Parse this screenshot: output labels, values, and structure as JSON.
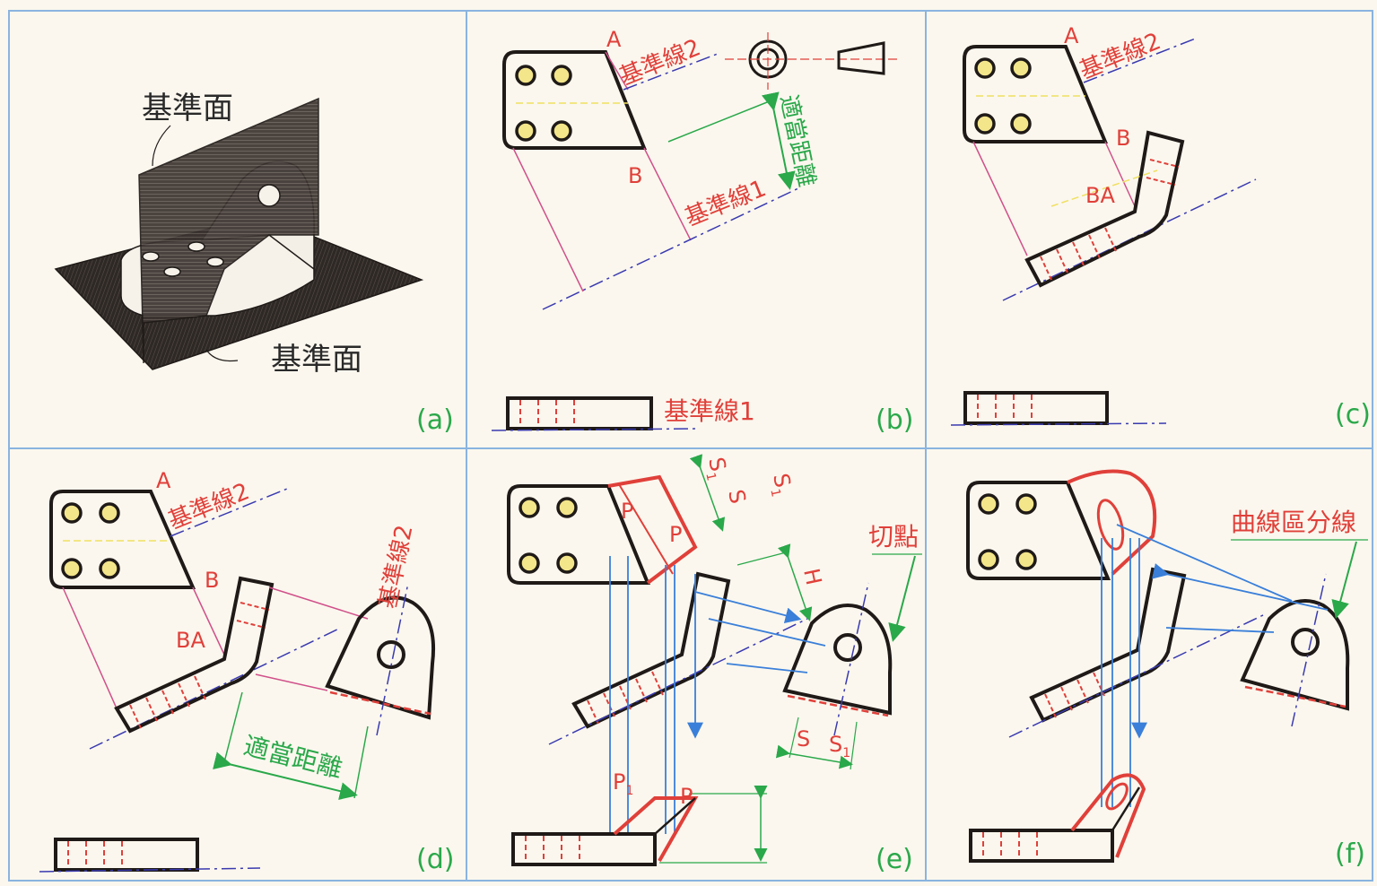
{
  "panels": [
    {
      "id": "a",
      "label": "(a)"
    },
    {
      "id": "b",
      "label": "(b)"
    },
    {
      "id": "c",
      "label": "(c)"
    },
    {
      "id": "d",
      "label": "(d)"
    },
    {
      "id": "e",
      "label": "(e)"
    },
    {
      "id": "f",
      "label": "(f)"
    }
  ],
  "labels": {
    "ref_plane": "基準面",
    "ref_line1": "基準線1",
    "ref_line2": "基準線2",
    "suitable_distance": "適當距離",
    "point_A": "A",
    "point_B": "B",
    "point_BA": "BA",
    "point_P": "P",
    "point_P1": "P",
    "sub_1": "1",
    "S": "S",
    "S1": "S",
    "H": "H",
    "tangent_point": "切點",
    "curve_divider": "曲線區分線"
  },
  "colors": {
    "outline": "#1f1a17",
    "red": "#e0403a",
    "blue": "#3a7fd9",
    "green": "#2aa84a",
    "yellow": "#f0e060",
    "magenta": "#d0508a",
    "hole_fill": "#f3e58a",
    "grid": "#8ab4e0",
    "background": "#fbf7ee"
  }
}
